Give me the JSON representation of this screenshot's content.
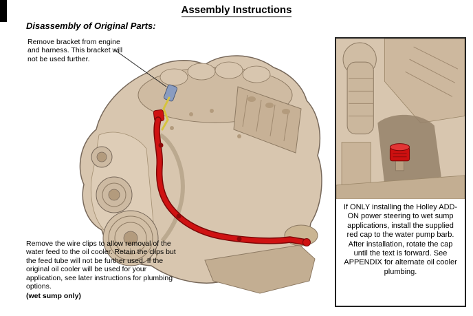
{
  "page": {
    "title": "Assembly Instructions",
    "subtitle": "Disassembly of Original Parts:"
  },
  "notes": {
    "bracket_note": "Remove bracket from engine and harness.  This bracket will not be used further.",
    "wire_clips_note": "Remove the wire clips to allow removal of the water feed to the oil cooler.  Retain the clips but the feed tube will not be further used.  If the original oil cooler will be used for your application, see later instructions for plumbing options.",
    "wet_sump_label": "(wet sump only)"
  },
  "side_panel": {
    "caption": "If ONLY installing the Holley ADD-ON power steering to wet sump applications, install the supplied red cap to the water pump barb.  After installation, rotate the cap until the text is forward.  See APPENDIX for alternate oil cooler plumbing."
  },
  "illustration": {
    "main_alt": "engine-with-red-water-feed-tube-highlighted",
    "panel_alt": "engine-closeup-with-red-cap-on-water-pump-barb"
  },
  "colors": {
    "hose_red": "#cf1212",
    "hose_red_dark": "#7c0808",
    "cap_red": "#cc1010",
    "engine_tan": "#d8c6af",
    "panel_border": "#222222"
  }
}
